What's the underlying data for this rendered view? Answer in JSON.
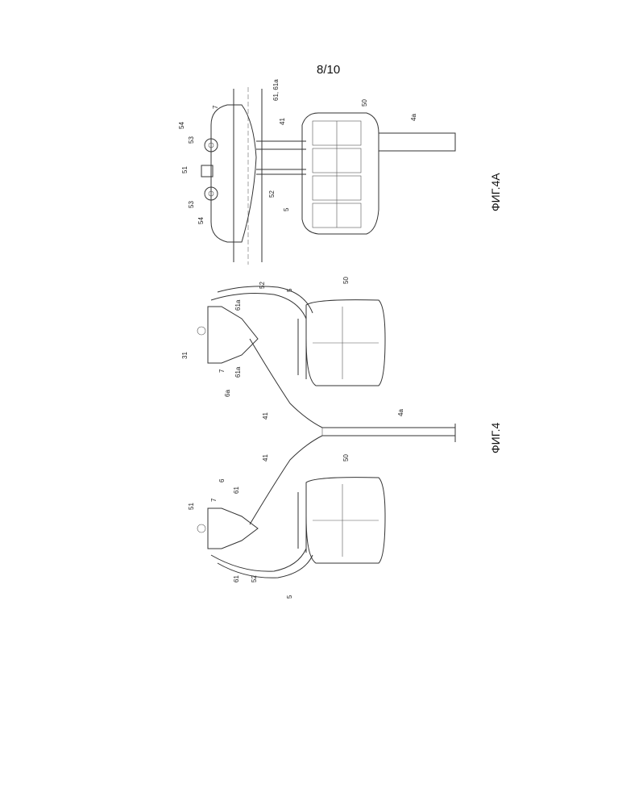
{
  "page_number": "8/10",
  "figures": {
    "fig4": {
      "caption": "ФИГ.4"
    },
    "fig4a": {
      "caption": "ФИГ.4А"
    }
  },
  "labels": {
    "l_4a": "4a",
    "l_41": "41",
    "l_5": "5",
    "l_6": "6",
    "l_6a": "6a",
    "l_7": "7",
    "l_31": "31",
    "l_50": "50",
    "l_51": "51",
    "l_52": "52",
    "l_53": "53",
    "l_54": "54",
    "l_61": "61",
    "l_61a": "61a",
    "l_61_61a": "61, 61a"
  }
}
